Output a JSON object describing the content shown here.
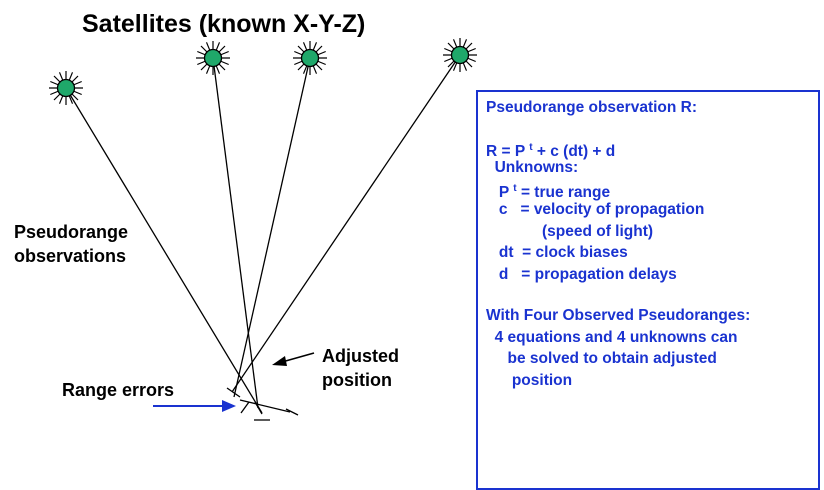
{
  "diagram": {
    "title": "Satellites (known X-Y-Z)",
    "labels": {
      "pseudorange_observations_1": "Pseudorange",
      "pseudorange_observations_2": "observations",
      "adjusted_position_1": "Adjusted",
      "adjusted_position_2": "position",
      "range_errors": "Range errors"
    },
    "colors": {
      "satellite_fill": "#1fa86a",
      "satellite_rays": "#000000",
      "error_arrow": "#1a33d0",
      "box_border": "#1a33d0",
      "box_text": "#1a33d0"
    },
    "icons": [
      "satellite-icon"
    ]
  },
  "info_box": {
    "heading": "Pseudorange observation R:",
    "equation": {
      "a": "R = P ",
      "a_sup": "t",
      "b": " + c (dt) + d"
    },
    "unknowns_label": "  Unknowns:",
    "unknown_p": {
      "a": "   P ",
      "a_sup": "t",
      "b": " = true range"
    },
    "unknown_c": "   c   = velocity of propagation",
    "unknown_c2": "             (speed of light)",
    "unknown_dt": "   dt  = clock biases",
    "unknown_d": "   d   = propagation delays",
    "four_obs_heading": "With Four Observed Pseudoranges:",
    "four_obs_1": "  4 equations and 4 unknowns can",
    "four_obs_2": "     be solved to obtain adjusted",
    "four_obs_3": "      position"
  }
}
